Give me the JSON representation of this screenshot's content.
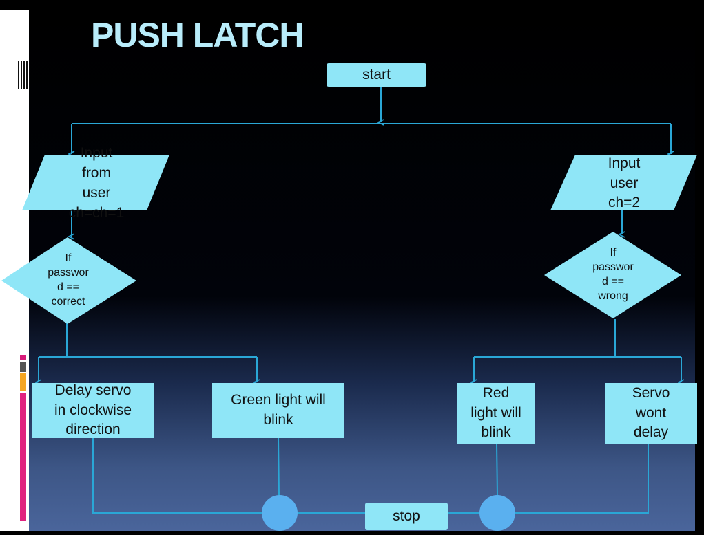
{
  "title": "PUSH LATCH",
  "nodes": {
    "start": "start",
    "input_left": "Input\nfrom\nuser\nch=ch=1",
    "input_right": "Input\nuser\nch=2",
    "decision_left": "If\npasswor\nd ==\ncorrect",
    "decision_right": "If\npasswor\nd ==\nwrong",
    "delay_servo": "Delay servo\nin clockwise\ndirection",
    "green_light": "Green light will\nblink",
    "red_light": "Red\nlight will\nblink",
    "servo_wont": "Servo\nwont\ndelay",
    "stop": "stop"
  },
  "colors": {
    "node_fill": "#8fe6f7",
    "connector_line": "#2aa7d6",
    "junction_fill": "#5ab0ef",
    "title": "#b8ecfa"
  }
}
